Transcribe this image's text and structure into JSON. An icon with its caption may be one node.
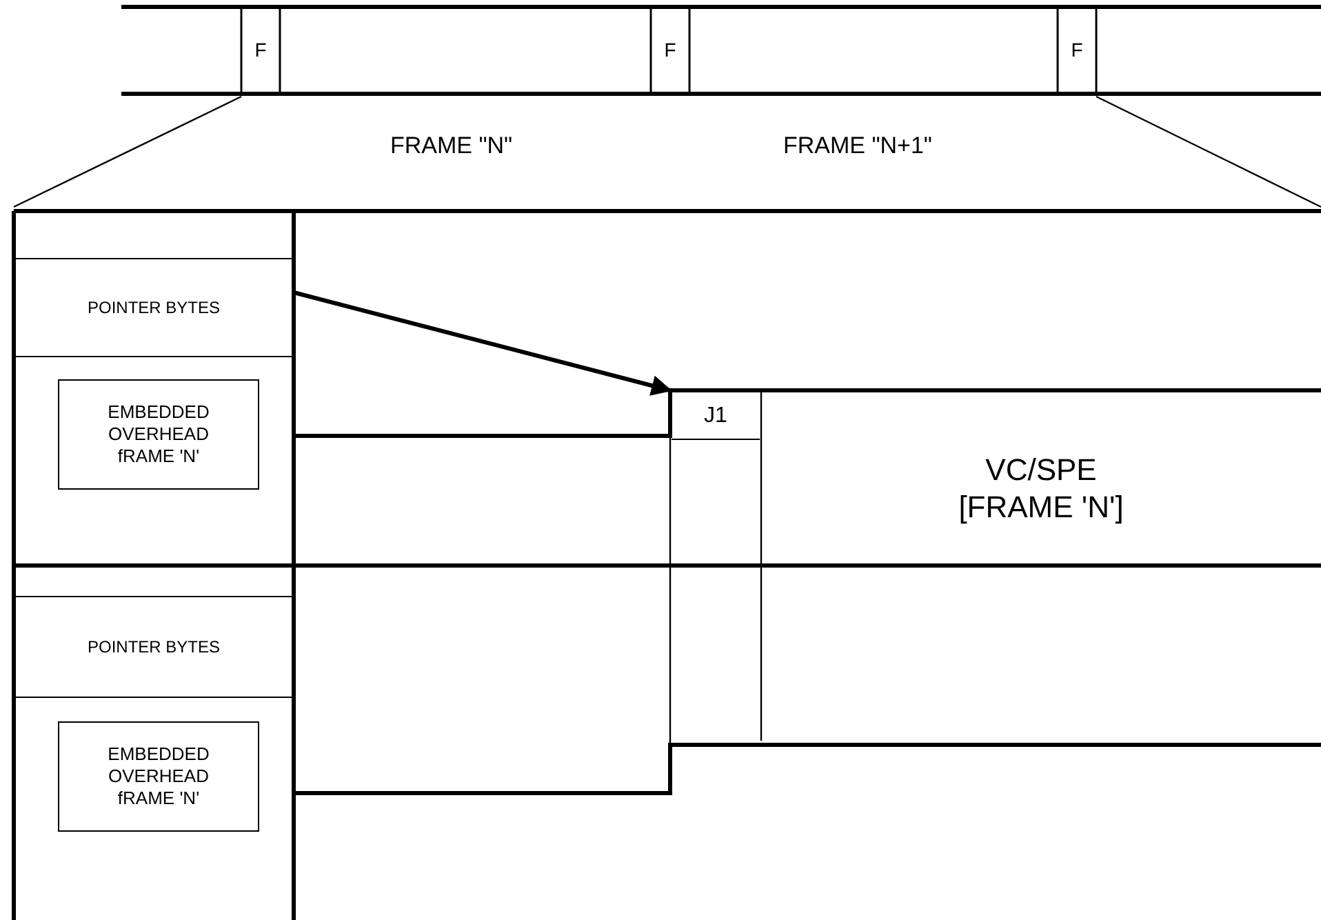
{
  "diagram": {
    "nodes": [
      {
        "text": [
          "F"
        ]
      },
      {
        "text": [
          "F"
        ]
      },
      {
        "text": [
          "F"
        ]
      },
      {
        "text": [
          "POINTER BYTES"
        ]
      },
      {
        "text": [
          "EMBEDDED OVERHEAD fRAME 'N'"
        ]
      },
      {
        "text": [
          "J1"
        ]
      },
      {
        "text": [
          "VC/SPE [FRAME 'N']"
        ]
      },
      {
        "text": [
          "POINTER BYTES"
        ]
      },
      {
        "text": [
          "EMBEDDED OVERHEAD fRAME 'N'"
        ]
      }
    ],
    "edges": [
      {
        "from": 3,
        "to": 5,
        "arrow": "to"
      }
    ],
    "labels": [
      "FRAME \"N\"",
      "FRAME \"N+1\""
    ]
  }
}
